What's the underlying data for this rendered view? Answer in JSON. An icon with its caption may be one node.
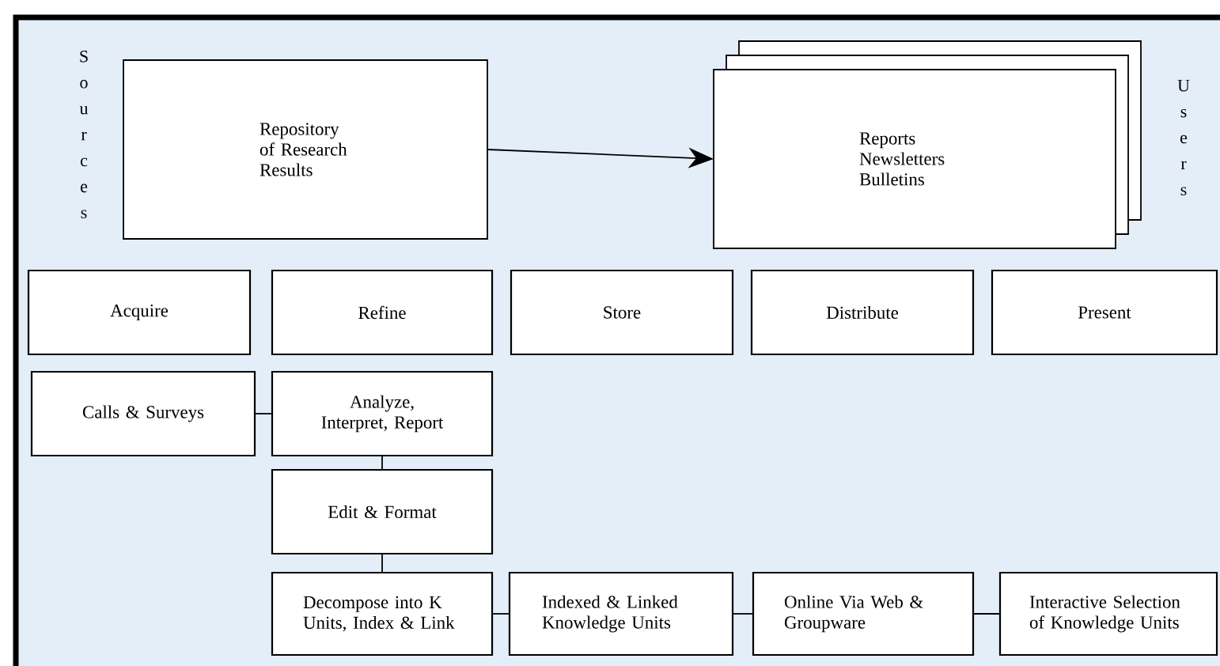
{
  "diagram": {
    "nodes": [
      {
        "text": [
          "Repository of Research Results"
        ]
      },
      {
        "text": [
          "Reports Newsletters Bulletins"
        ]
      },
      {
        "text": [
          "Acquire"
        ]
      },
      {
        "text": [
          "Refine"
        ]
      },
      {
        "text": [
          "Store"
        ]
      },
      {
        "text": [
          "Distribute"
        ]
      },
      {
        "text": [
          "Present"
        ]
      },
      {
        "text": [
          "Calls & Surveys"
        ]
      },
      {
        "text": [
          "Analyze, Interpret, Report"
        ]
      },
      {
        "text": [
          "Edit & Format"
        ]
      },
      {
        "text": [
          "Decompose into K Units, Index & Link"
        ]
      },
      {
        "text": [
          "Indexed & Linked Knowledge Units"
        ]
      },
      {
        "text": [
          "Online Via Web & Groupware"
        ]
      },
      {
        "text": [
          "Interactive Selection of Knowledge Units"
        ]
      }
    ],
    "edges": [
      {
        "from": 0,
        "to": 1,
        "arrow": "to"
      },
      {
        "from": 7,
        "to": 8,
        "arrow": "none"
      },
      {
        "from": 8,
        "to": 9,
        "arrow": "none"
      },
      {
        "from": 9,
        "to": 10,
        "arrow": "none"
      },
      {
        "from": 10,
        "to": 11,
        "arrow": "none"
      },
      {
        "from": 11,
        "to": 12,
        "arrow": "none"
      },
      {
        "from": 12,
        "to": 13,
        "arrow": "none"
      }
    ],
    "labels": [
      "Sources",
      "Users"
    ]
  }
}
